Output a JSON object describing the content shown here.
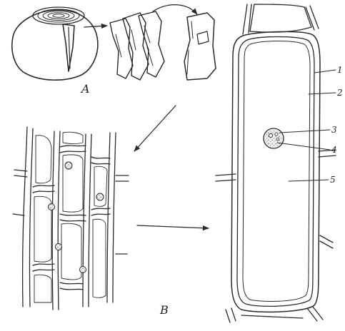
{
  "panel_labels": {
    "onion": "A",
    "epidermis": "B"
  },
  "callouts": [
    "1",
    "2",
    "3",
    "4",
    "5"
  ]
}
